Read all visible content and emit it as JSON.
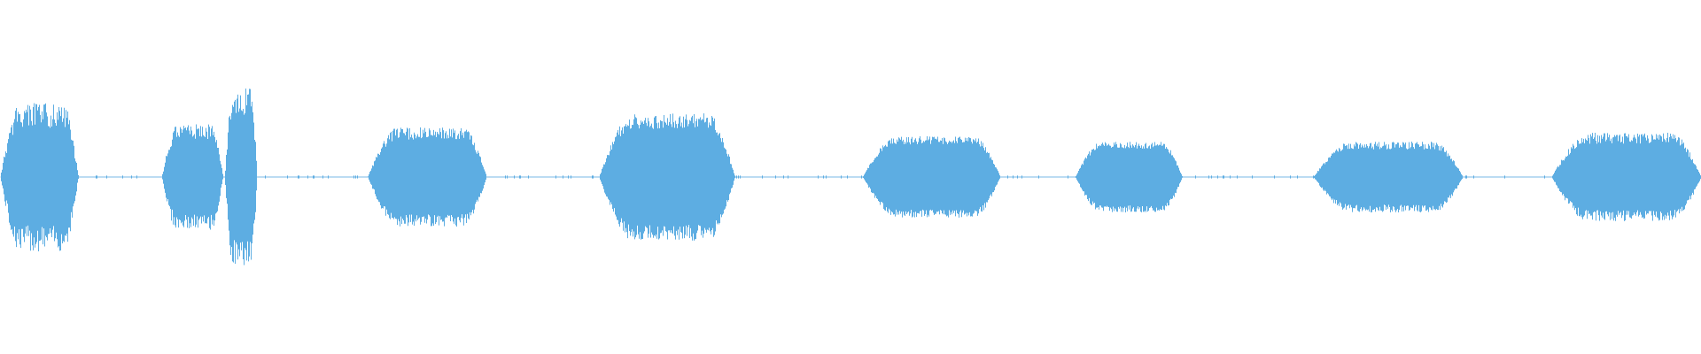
{
  "waveform": {
    "color": "#5dade2",
    "background": "#ffffff",
    "baseline_amplitude": 0.008,
    "segments": [
      {
        "start": 0.0,
        "end": 0.046,
        "peak": 0.42,
        "jagged": 0.35
      },
      {
        "start": 0.095,
        "end": 0.131,
        "peak": 0.3,
        "jagged": 0.3
      },
      {
        "start": 0.132,
        "end": 0.151,
        "peak": 0.5,
        "jagged": 0.3
      },
      {
        "start": 0.216,
        "end": 0.286,
        "peak": 0.28,
        "jagged": 0.25
      },
      {
        "start": 0.352,
        "end": 0.432,
        "peak": 0.36,
        "jagged": 0.25
      },
      {
        "start": 0.507,
        "end": 0.588,
        "peak": 0.23,
        "jagged": 0.2
      },
      {
        "start": 0.632,
        "end": 0.695,
        "peak": 0.2,
        "jagged": 0.2
      },
      {
        "start": 0.772,
        "end": 0.86,
        "peak": 0.2,
        "jagged": 0.22
      },
      {
        "start": 0.912,
        "end": 1.0,
        "peak": 0.25,
        "jagged": 0.25
      }
    ]
  }
}
